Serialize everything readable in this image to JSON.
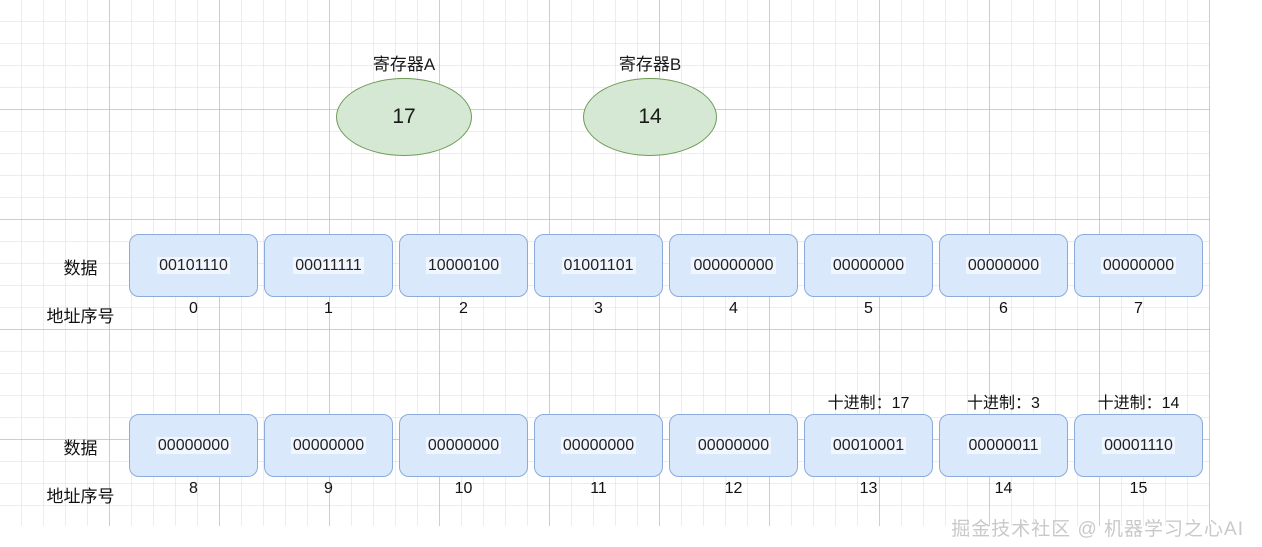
{
  "registers": [
    {
      "title": "寄存器A",
      "value": "17"
    },
    {
      "title": "寄存器B",
      "value": "14"
    }
  ],
  "labels": {
    "data": "数据",
    "address": "地址序号"
  },
  "memory": {
    "row1": {
      "cells": [
        "00101110",
        "00011111",
        "10000100",
        "01001101",
        "000000000",
        "00000000",
        "00000000",
        "00000000"
      ],
      "addresses": [
        "0",
        "1",
        "2",
        "3",
        "4",
        "5",
        "6",
        "7"
      ],
      "annotations": [
        "",
        "",
        "",
        "",
        "",
        "",
        "",
        ""
      ]
    },
    "row2": {
      "cells": [
        "00000000",
        "00000000",
        "00000000",
        "00000000",
        "00000000",
        "00010001",
        "00000011",
        "00001110"
      ],
      "addresses": [
        "8",
        "9",
        "10",
        "11",
        "12",
        "13",
        "14",
        "15"
      ],
      "annotations": [
        "",
        "",
        "",
        "",
        "",
        "十进制：17",
        "十进制：3",
        "十进制：14"
      ]
    }
  },
  "watermark": "掘金技术社区 @ 机器学习之心AI",
  "colors": {
    "cell_fill": "#dae8fc",
    "cell_border": "#8aabdc",
    "register_fill": "#d5e8d4",
    "register_border": "#6f9b55"
  }
}
